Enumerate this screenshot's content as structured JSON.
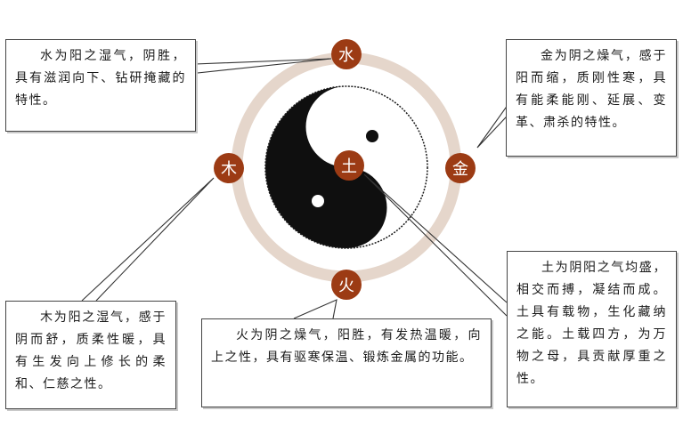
{
  "colors": {
    "element_badge": "#9c3b14",
    "badge_text": "#ffffff",
    "ring": "#e5d6cb",
    "yin": "#0f0f0f",
    "yang": "#ffffff",
    "box_border": "#444444"
  },
  "elements": {
    "water": {
      "label": "水",
      "description": "水为阳之湿气，阴胜，具有滋润向下、钻研掩藏的特性。"
    },
    "metal": {
      "label": "金",
      "description": "金为阴之燥气，感于阳而缩，质刚性寒，具有能柔能刚、延展、变革、肃杀的特性。"
    },
    "wood": {
      "label": "木",
      "description": "木为阳之湿气，感于阴而舒，质柔性暖，具有生发向上修长的柔和、仁慈之性。"
    },
    "fire": {
      "label": "火",
      "description": "火为阴之燥气，阳胜，有发热温暖，向上之性，具有驱寒保温、锻炼金属的功能。"
    },
    "earth": {
      "label": "土",
      "description": "土为阴阳之气均盛，相交而搏，凝结而成。土具有载物，生化藏纳之能。土载四方，为万物之母，具贡献厚重之性。"
    }
  }
}
